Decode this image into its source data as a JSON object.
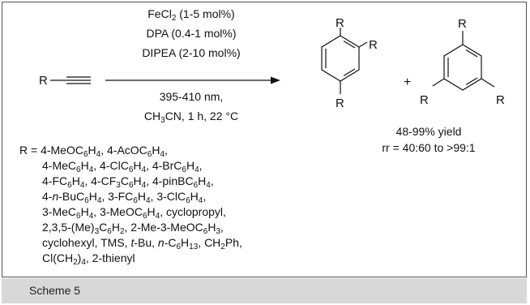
{
  "reagent": "R",
  "conditions_above": [
    "FeCl2 (1-5 mol%)",
    "DPA (0.4-1 mol%)",
    "DIPEA (2-10 mol%)"
  ],
  "conditions_below": [
    "395-410 nm,",
    "CH3CN, 1 h, 22 °C"
  ],
  "product_substituent": "R",
  "plus_sign": "+",
  "yield": "48-99% yield",
  "regio_ratio": "rr = 40:60 to >99:1",
  "substituents_lines": [
    "R = 4-MeOC6H4, 4-AcOC6H4,",
    "4-MeC6H4, 4-ClC6H4, 4-BrC6H4,",
    "4-FC6H4, 4-CF3C6H4, 4-pinBC6H4,",
    "4-n-BuC6H4, 3-FC6H4, 3-ClC6H4,",
    "3-MeC6H4, 3-MeOC6H4, cyclopropyl,",
    "2,3,5-(Me)3C6H2, 2-Me-3-MeOC6H3,",
    "cyclohexyl, TMS, t-Bu, n-C6H13, CH2Ph,",
    "Cl(CH2)4, 2-thienyl"
  ],
  "caption": "Scheme 5"
}
